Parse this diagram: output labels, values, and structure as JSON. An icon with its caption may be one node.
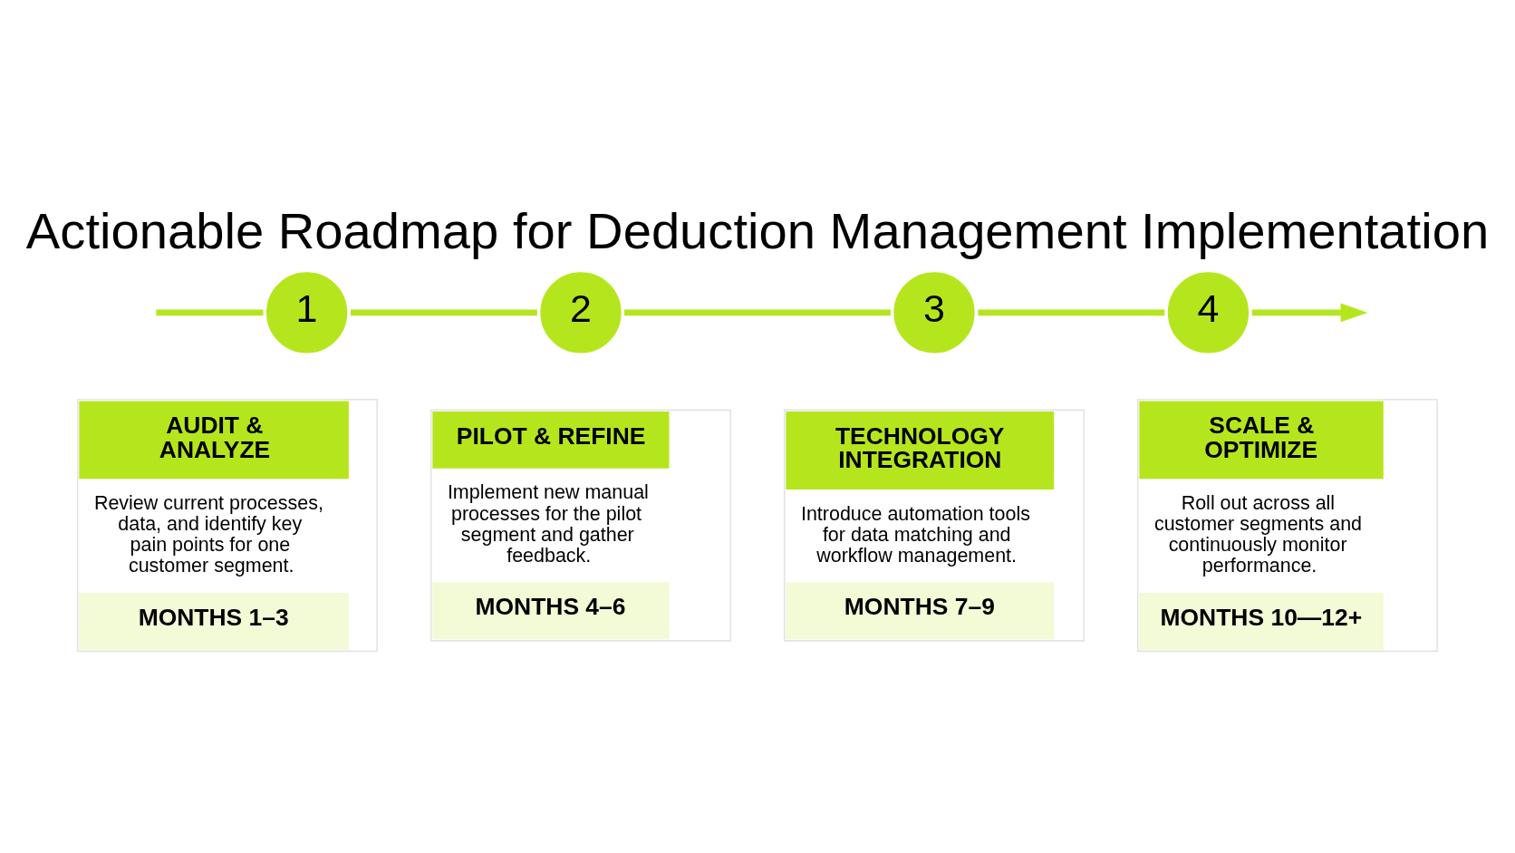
{
  "diagram": {
    "title": "Actionable Roadmap for Deduction Management Implementation",
    "nodes": [
      {
        "text": [
          "1"
        ]
      },
      {
        "text": [
          "2"
        ]
      },
      {
        "text": [
          "3"
        ]
      },
      {
        "text": [
          "4"
        ]
      },
      {
        "text": [
          "AUDIT & ANALYZE",
          "Review current processes, data, and identify key pain points for one customer segment.",
          "MONTHS 1–3"
        ]
      },
      {
        "text": [
          "PILOT & REFINE",
          "Implement new manual processes for the pilot segment and gather feedback.",
          "MONTHS 4–6"
        ]
      },
      {
        "text": [
          "TECHNOLOGY INTEGRATION",
          "Introduce automation tools for data matching and workflow management.",
          "MONTHS 7–9"
        ]
      },
      {
        "text": [
          "SCALE & OPTIMIZE",
          "Roll out across all customer segments and continuously monitor performance.",
          "MONTHS 10—12+"
        ]
      }
    ],
    "edges": [
      {
        "from": null,
        "to": 0,
        "arrow": "none"
      },
      {
        "from": 0,
        "to": 1,
        "arrow": "none"
      },
      {
        "from": 1,
        "to": 2,
        "arrow": "none"
      },
      {
        "from": 2,
        "to": 3,
        "arrow": "none"
      },
      {
        "from": 3,
        "to": null,
        "arrow": "to"
      }
    ]
  }
}
